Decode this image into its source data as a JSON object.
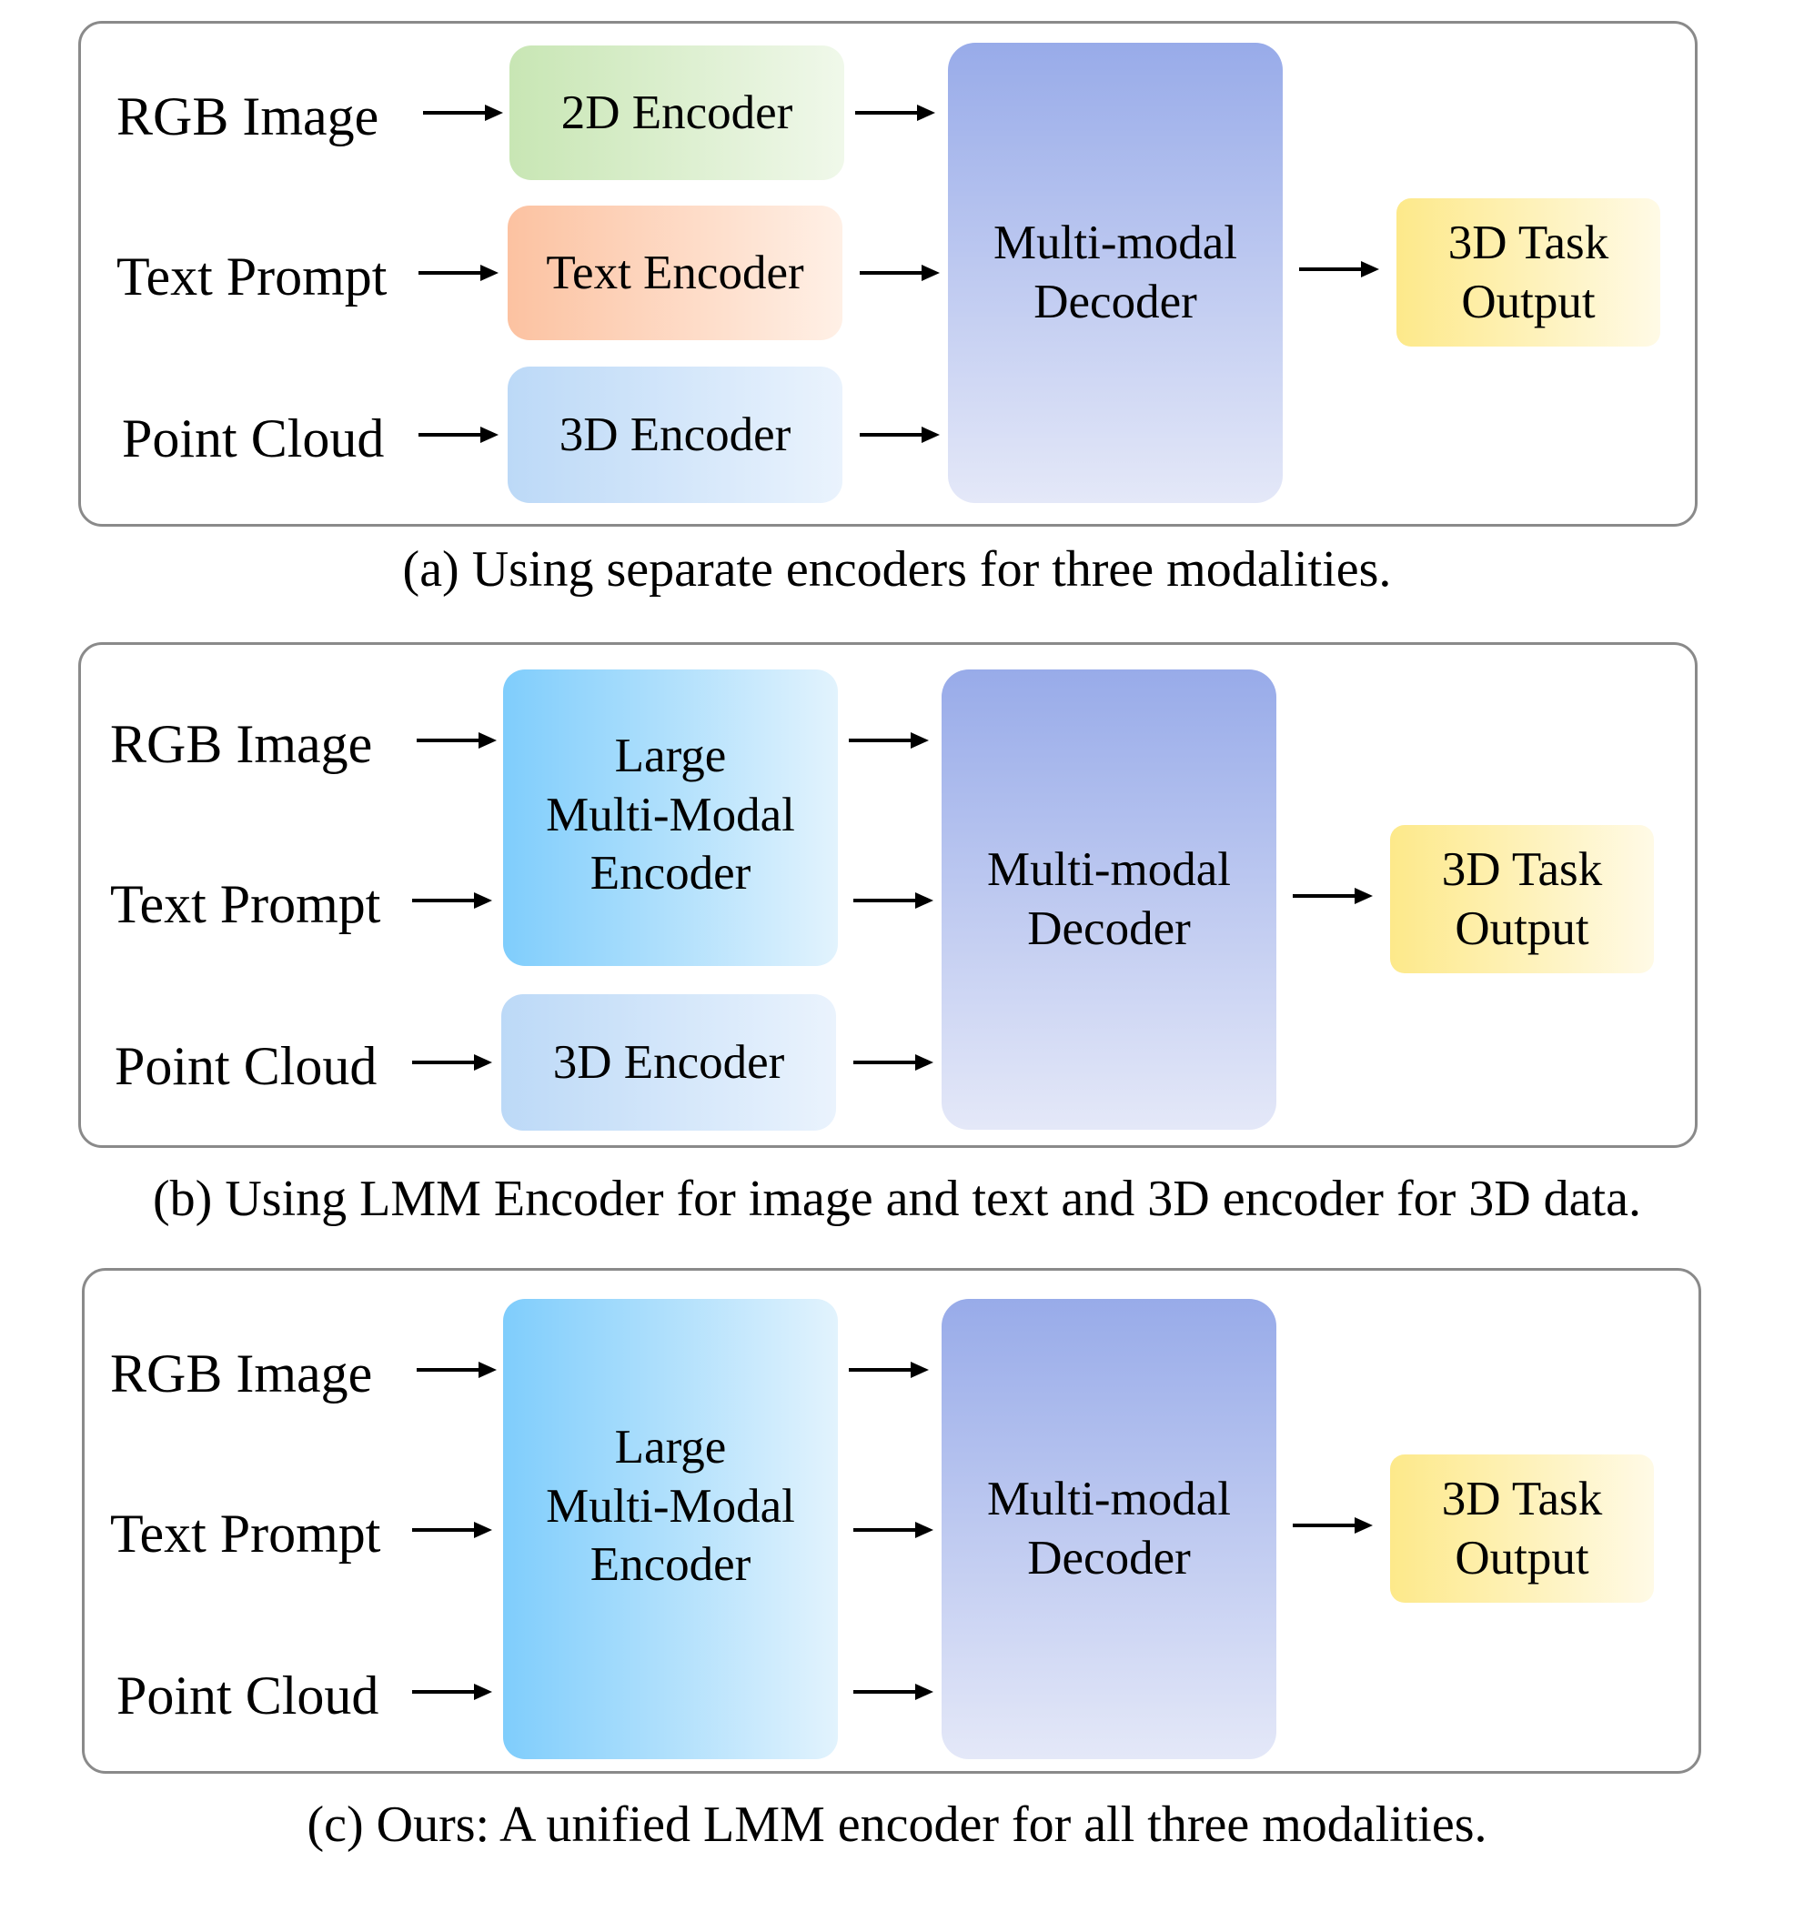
{
  "panels": [
    {
      "caption": "(a) Using separate encoders for three modalities.",
      "inputs": [
        "RGB Image",
        "Text Prompt",
        "Point Cloud"
      ],
      "encoders": {
        "image": "2D Encoder",
        "text": "Text Encoder",
        "point": "3D Encoder"
      },
      "decoder": [
        "Multi-modal",
        "Decoder"
      ],
      "output": [
        "3D Task",
        "Output"
      ]
    },
    {
      "caption": "(b) Using LMM Encoder for image and text and 3D encoder for 3D data.",
      "inputs": [
        "RGB Image",
        "Text Prompt",
        "Point Cloud"
      ],
      "encoders": {
        "lmm": [
          "Large",
          "Multi-Modal",
          "Encoder"
        ],
        "point": "3D Encoder"
      },
      "decoder": [
        "Multi-modal",
        "Decoder"
      ],
      "output": [
        "3D Task",
        "Output"
      ]
    },
    {
      "caption": "(c) Ours: A unified LMM encoder for all three modalities.",
      "inputs": [
        "RGB Image",
        "Text Prompt",
        "Point Cloud"
      ],
      "encoders": {
        "lmm": [
          "Large",
          "Multi-Modal",
          "Encoder"
        ]
      },
      "decoder": [
        "Multi-modal",
        "Decoder"
      ],
      "output": [
        "3D Task",
        "Output"
      ]
    }
  ]
}
